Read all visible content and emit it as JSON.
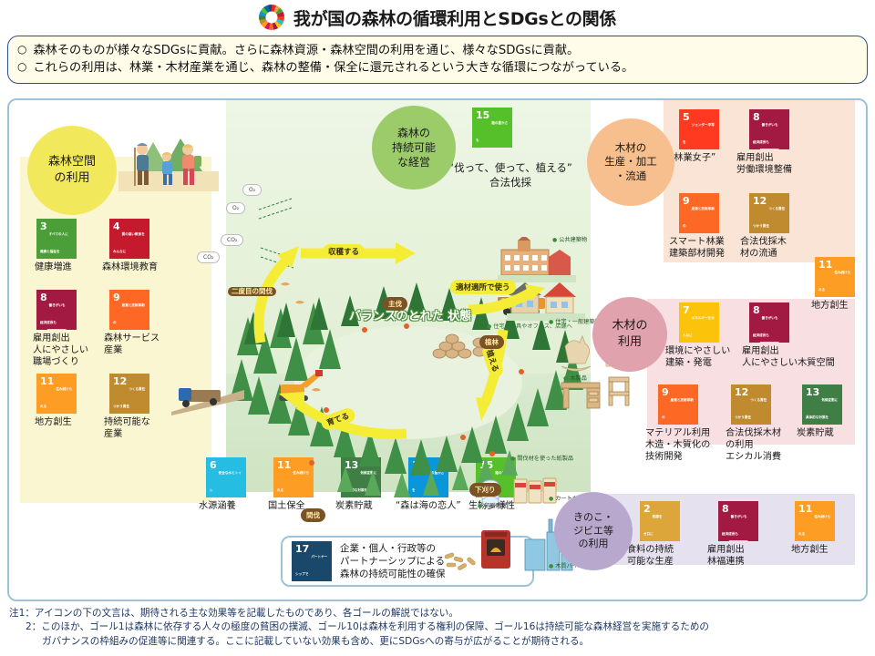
{
  "header": {
    "logo_icon": "sdg-color-wheel-icon",
    "title": "我が国の森林の循環利用とSDGsとの関係"
  },
  "summary": {
    "bullet": "○",
    "lines": [
      "森林そのものが様々なSDGsに貢献。さらに森林資源・森林空間の利用を通じ、様々なSDGsに貢献。",
      "これらの利用は、林業・木材産業を通じ、森林の整備・保全に還元されるという大きな循環につながっている。"
    ]
  },
  "bubbles": {
    "forest_space": "森林空間\nの利用",
    "sustainable_mgmt": "森林の\n持続可能\nな経営",
    "wood_production": "木材の\n生産・加工\n・流通",
    "wood_use": "木材の\n利用",
    "mushroom_game": "きのこ・\nジビエ等\nの利用"
  },
  "center": {
    "balanced_state": "バランスのとれた\n状態",
    "slogan": "“伐って、使って、植える”\n合法伐採",
    "cycle_arrows": [
      {
        "label": "収穫する"
      },
      {
        "label": "適材適所で使う"
      },
      {
        "label": "植える"
      },
      {
        "label": "育てる"
      }
    ],
    "stage_labels": [
      {
        "label": "主伐"
      },
      {
        "label": "植林"
      },
      {
        "label": "下刈り"
      },
      {
        "label": "間伐"
      },
      {
        "label": "二度目の間伐"
      }
    ],
    "gas_labels": [
      "O₂",
      "O₂",
      "CO₂",
      "CO₂"
    ],
    "product_labels": [
      "公共建築物",
      "住宅・一般建築物",
      "木製品",
      "間伐材を使った紙製品",
      "印刷用紙",
      "カートカン",
      "木質バイオマス",
      "住宅・家具やオフィス、店舗へ"
    ]
  },
  "sections": {
    "forest_space": {
      "goals": [
        {
          "num": "3",
          "goal_text": "すべての人に\n健康と福祉を",
          "color": "#4c9f38",
          "glyph": "health",
          "caption": "健康増進"
        },
        {
          "num": "4",
          "goal_text": "質の高い教育を\nみんなに",
          "color": "#c5192d",
          "glyph": "book",
          "caption": "森林環境教育"
        },
        {
          "num": "8",
          "goal_text": "働きがいも\n経済成長も",
          "color": "#a21942",
          "glyph": "growth",
          "caption": "雇用創出\n人にやさしい\n職場づくり"
        },
        {
          "num": "9",
          "goal_text": "産業と技術革新の\n基盤をつくろう",
          "color": "#fd6925",
          "glyph": "cubes",
          "caption": "森林サービス\n産業"
        },
        {
          "num": "11",
          "goal_text": "住み続けられる\nまちづくりを",
          "color": "#fd9d24",
          "glyph": "city",
          "caption": "地方創生"
        },
        {
          "num": "12",
          "goal_text": "つくる責任\nつかう責任",
          "color": "#bf8b2e",
          "glyph": "infinity",
          "caption": "持続可能な\n産業"
        }
      ]
    },
    "sustainable_mgmt": {
      "goals": [
        {
          "num": "15",
          "goal_text": "陸の豊かさも\n守ろう",
          "color": "#56c02b",
          "glyph": "tree",
          "caption": ""
        }
      ]
    },
    "wood_production": {
      "goals": [
        {
          "num": "5",
          "goal_text": "ジェンダー平等を\n実現しよう",
          "color": "#ff3a21",
          "glyph": "gender",
          "caption": "“林業女子”"
        },
        {
          "num": "8",
          "goal_text": "働きがいも\n経済成長も",
          "color": "#a21942",
          "glyph": "growth",
          "caption": "雇用創出\n労働環境整備"
        },
        {
          "num": "9",
          "goal_text": "産業と技術革新の\n基盤をつくろう",
          "color": "#fd6925",
          "glyph": "cubes",
          "caption": "スマート林業\n建築部材開発"
        },
        {
          "num": "12",
          "goal_text": "つくる責任\nつかう責任",
          "color": "#bf8b2e",
          "glyph": "infinity",
          "caption": "合法伐採木\n材の流通"
        },
        {
          "num": "11",
          "goal_text": "住み続けられる\nまちづくりを",
          "color": "#fd9d24",
          "glyph": "city",
          "caption": "地方創生"
        }
      ]
    },
    "wood_use": {
      "goals": [
        {
          "num": "7",
          "goal_text": "エネルギーをみんなに\nそしてクリーンに",
          "color": "#fcc30b",
          "glyph": "sun",
          "caption": "環境にやさしい\n建築・発電"
        },
        {
          "num": "8",
          "goal_text": "働きがいも\n経済成長も",
          "color": "#a21942",
          "glyph": "growth",
          "caption": "雇用創出\n人にやさしい木質空間"
        },
        {
          "num": "9",
          "goal_text": "産業と技術革新の\n基盤をつくろう",
          "color": "#fd6925",
          "glyph": "cubes",
          "caption": "マテリアル利用\n木造・木質化の\n技術開発"
        },
        {
          "num": "12",
          "goal_text": "つくる責任\nつかう責任",
          "color": "#bf8b2e",
          "glyph": "infinity",
          "caption": "合法伐採木材\nの利用\nエシカル消費"
        },
        {
          "num": "13",
          "goal_text": "気候変動に\n具体的な対策を",
          "color": "#3f7e44",
          "glyph": "eye",
          "caption": "炭素貯蔵"
        }
      ]
    },
    "mushroom_game": {
      "goals": [
        {
          "num": "2",
          "goal_text": "飢餓を\nゼロに",
          "color": "#dda63a",
          "glyph": "bowl",
          "caption": "食料の持続\n可能な生産"
        },
        {
          "num": "8",
          "goal_text": "働きがいも\n経済成長も",
          "color": "#a21942",
          "glyph": "growth",
          "caption": "雇用創出\n林福連携"
        },
        {
          "num": "11",
          "goal_text": "住み続けられる\nまちづくりを",
          "color": "#fd9d24",
          "glyph": "city",
          "caption": "地方創生"
        }
      ]
    },
    "forest_itself": {
      "goals": [
        {
          "num": "6",
          "goal_text": "安全な水とトイレ\nを世界中に",
          "color": "#26bde2",
          "glyph": "water",
          "caption": "水源涵養"
        },
        {
          "num": "11",
          "goal_text": "住み続けられる\nまちづくりを",
          "color": "#fd9d24",
          "glyph": "city",
          "caption": "国土保全"
        },
        {
          "num": "13",
          "goal_text": "気候変動に\n具体的な対策を",
          "color": "#3f7e44",
          "glyph": "eye",
          "caption": "炭素貯蔵"
        },
        {
          "num": "14",
          "goal_text": "海の豊かさを\n守ろう",
          "color": "#0a97d9",
          "glyph": "fish",
          "caption": "“森は海の恋人”"
        },
        {
          "num": "15",
          "goal_text": "陸の豊かさも\n守ろう",
          "color": "#56c02b",
          "glyph": "tree",
          "caption": "生物多様性"
        }
      ]
    },
    "partnership": {
      "goal": {
        "num": "17",
        "goal_text": "パートナーシップで\n目標を達成しよう",
        "color": "#19486a",
        "glyph": "rings"
      },
      "text": "企業・個人・行政等の\nパートナーシップによる\n森林の持続可能性の確保"
    }
  },
  "footnotes": [
    "注1：アイコンの下の文言は、期待される主な効果等を記載したものであり、各ゴールの解説ではない。",
    "2：このほか、ゴール1は森林に依存する人々の極度の貧困の撲滅、ゴール10は森林を利用する権利の保障、ゴール16は持続可能な森林経営を実施するための",
    "ガバナンスの枠組みの促進等に関連する。ここに記載していない効果も含め、更にSDGsへの寄与が広がることが期待される。"
  ],
  "colors": {
    "panel_border": "#9dc3d4",
    "summary_border": "#2c4f8f",
    "summary_bg": "#fffdea",
    "footnote_text": "#1f3864"
  }
}
